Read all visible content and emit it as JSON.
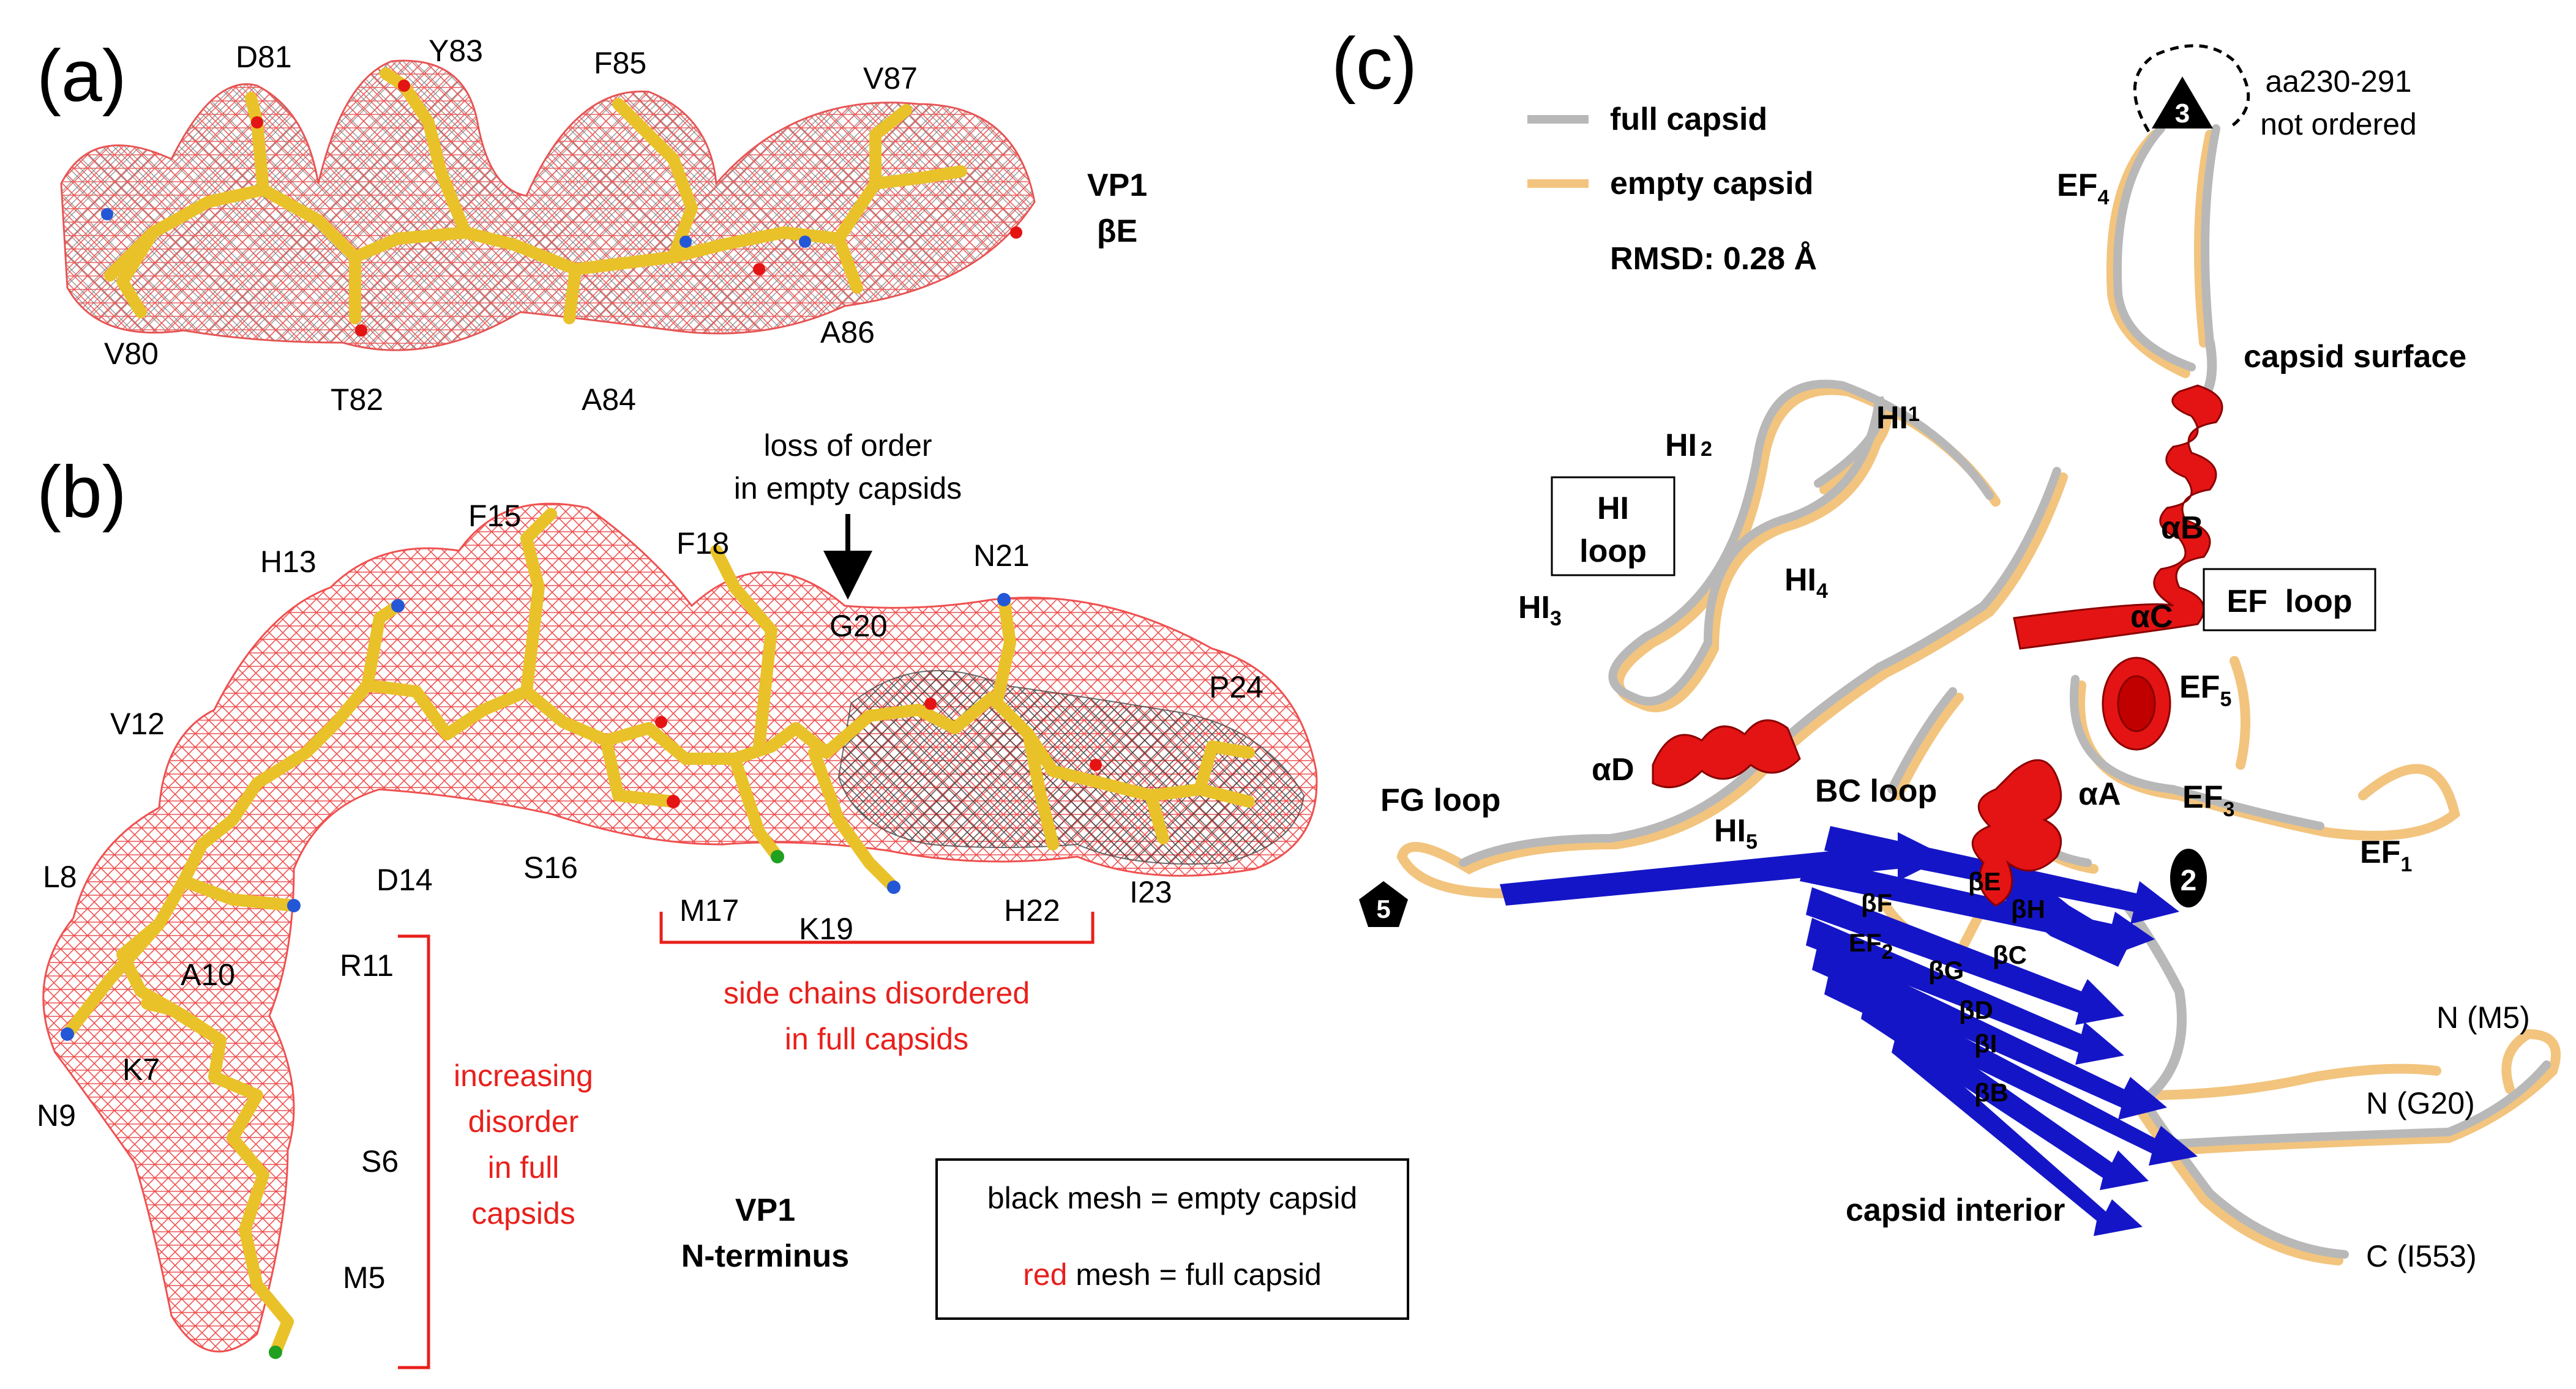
{
  "panels": {
    "a": {
      "label": "(a)",
      "title_line1": "VP1",
      "title_line2": "βE",
      "residues": [
        "D81",
        "Y83",
        "F85",
        "V87",
        "V80",
        "T82",
        "A84",
        "A86"
      ]
    },
    "b": {
      "label": "(b)",
      "residues": [
        "F15",
        "H13",
        "F18",
        "N21",
        "G20",
        "P24",
        "V12",
        "D14",
        "S16",
        "M17",
        "K19",
        "H22",
        "I23",
        "L8",
        "A10",
        "R11",
        "K7",
        "N9",
        "S6",
        "M5"
      ],
      "loss_annotation_line1": "loss of order",
      "loss_annotation_line2": "in empty capsids",
      "sidechain_line1": "side chains disordered",
      "sidechain_line2": "in full capsids",
      "disorder_line1": "increasing",
      "disorder_line2": "disorder",
      "disorder_line3": "in full",
      "disorder_line4": "capsids",
      "title_line1": "VP1",
      "title_line2": "N-terminus",
      "legend_black": "black mesh = empty capsid",
      "legend_red_word": "red",
      "legend_red_rest": " mesh = full capsid"
    },
    "c": {
      "label": "(c)",
      "legend_full": "full capsid",
      "legend_empty": "empty capsid",
      "rmsd": "RMSD: 0.28 Å",
      "unordered_line1": "aa230-291",
      "unordered_line2": "not ordered",
      "sym3": "3",
      "sym2": "2",
      "sym5": "5",
      "capsid_surface": "capsid surface",
      "capsid_interior": "capsid interior",
      "hi_box_line1": "HI",
      "hi_box_line2": "loop",
      "ef_box": "EF  loop",
      "fg_loop": "FG loop",
      "bc_loop": "BC loop",
      "loop_labels": [
        {
          "base": "EF",
          "sub": "4"
        },
        {
          "base": "HI",
          "sub": "2"
        },
        {
          "base": "HI",
          "sub": "1"
        },
        {
          "base": "HI",
          "sub": "4"
        },
        {
          "base": "HI",
          "sub": "3"
        },
        {
          "base": "HI",
          "sub": "5"
        },
        {
          "base": "EF",
          "sub": "5"
        },
        {
          "base": "EF",
          "sub": "3"
        },
        {
          "base": "EF",
          "sub": "1"
        },
        {
          "base": "EF",
          "sub": "2"
        }
      ],
      "helices": [
        "αB",
        "αC",
        "αD",
        "αA"
      ],
      "strands": [
        "βE",
        "βH",
        "βF",
        "βC",
        "βG",
        "βD",
        "βI",
        "βB"
      ],
      "termini": [
        "N (M5)",
        "N (G20)",
        "C (I553)"
      ],
      "colors": {
        "full": "#b8b8b8",
        "empty": "#f2c47e",
        "helix": "#e41414",
        "strand": "#1515c8"
      }
    }
  }
}
